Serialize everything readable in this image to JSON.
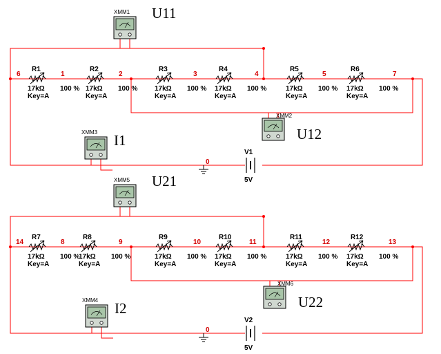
{
  "circuits": [
    {
      "meter_top": {
        "name": "XMM1",
        "label": "U11"
      },
      "meter_mid": {
        "name": "XMM2",
        "label": "U12"
      },
      "meter_left": {
        "name": "XMM3",
        "label": "I1"
      },
      "source": {
        "name": "V1",
        "value": "5V"
      },
      "ground_node": "0",
      "nodes": [
        "6",
        "1",
        "2",
        "3",
        "4",
        "5",
        "7"
      ],
      "resistors": [
        {
          "name": "R1",
          "value": "17kΩ",
          "key": "Key=A",
          "percent": "100 %"
        },
        {
          "name": "R2",
          "value": "17kΩ",
          "key": "Key=A",
          "percent": "100 %"
        },
        {
          "name": "R3",
          "value": "17kΩ",
          "key": "Key=A",
          "percent": "100 %"
        },
        {
          "name": "R4",
          "value": "17kΩ",
          "key": "Key=A",
          "percent": "100 %"
        },
        {
          "name": "R5",
          "value": "17kΩ",
          "key": "Key=A",
          "percent": "100 %"
        },
        {
          "name": "R6",
          "value": "17kΩ",
          "key": "Key=A",
          "percent": "100 %"
        }
      ]
    },
    {
      "meter_top": {
        "name": "XMM5",
        "label": "U21"
      },
      "meter_mid": {
        "name": "XMM6",
        "label": "U22"
      },
      "meter_left": {
        "name": "XMM4",
        "label": "I2"
      },
      "source": {
        "name": "V2",
        "value": "5V"
      },
      "ground_node": "0",
      "nodes": [
        "14",
        "8",
        "9",
        "10",
        "11",
        "12",
        "13"
      ],
      "resistors": [
        {
          "name": "R7",
          "value": "17kΩ",
          "key": "Key=A",
          "percent": "100 %"
        },
        {
          "name": "R8",
          "value": "17kΩ",
          "key": "Key=A",
          "percent": "100 %"
        },
        {
          "name": "R9",
          "value": "17kΩ",
          "key": "Key=A",
          "percent": "100 %"
        },
        {
          "name": "R10",
          "value": "17kΩ",
          "key": "Key=A",
          "percent": "100 %"
        },
        {
          "name": "R11",
          "value": "17kΩ",
          "key": "Key=A",
          "percent": "100 %"
        },
        {
          "name": "R12",
          "value": "17kΩ",
          "key": "Key=A",
          "percent": "100 %"
        }
      ]
    }
  ],
  "colors": {
    "wire": "#ff0000",
    "node_label": "#d40000",
    "meter_face": "#a8c5a8"
  }
}
